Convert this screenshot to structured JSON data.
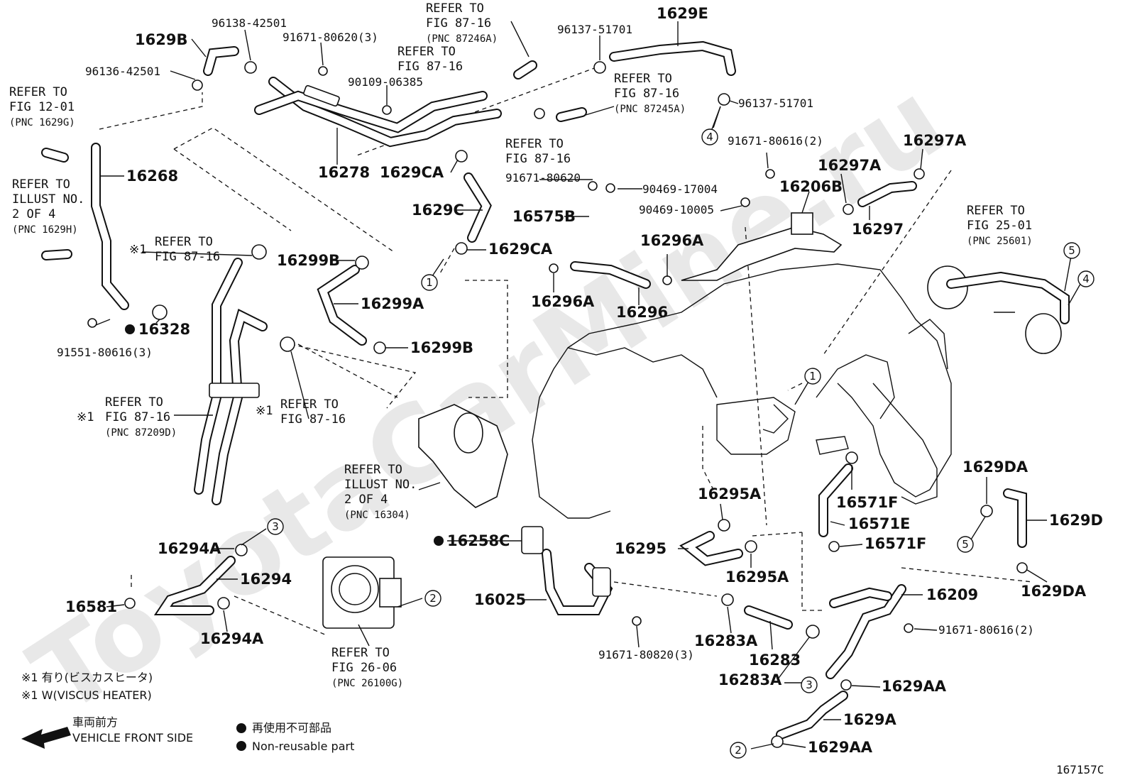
{
  "watermark": "ToyotaCarMine.ru",
  "part_numbers": {
    "p1629B": "1629B",
    "p96138": "96138-42501",
    "p91671_3": "91671-80620(3)",
    "p96136": "96136-42501",
    "p90109": "90109-06385",
    "p16278": "16278",
    "p16268": "16268",
    "p1629CA_top": "1629CA",
    "p1629C": "1629C",
    "p1629CA_bot": "1629CA",
    "p16299B_top": "16299B",
    "p16299A": "16299A",
    "p16299B_bot": "16299B",
    "p16328": "16328",
    "p91551": "91551-80616(3)",
    "p96137_top": "96137-51701",
    "p1629E": "1629E",
    "p96137_right": "96137-51701",
    "p91671_80620": "91671-80620",
    "p90469_17004": "90469-17004",
    "p90469_10005": "90469-10005",
    "p16575B": "16575B",
    "p91671_80616_2": "91671-80616(2)",
    "p16206B": "16206B",
    "p16297A_a": "16297A",
    "p16297A_b": "16297A",
    "p16297": "16297",
    "p16296A_a": "16296A",
    "p16296A_b": "16296A",
    "p16296": "16296",
    "p16295A_a": "16295A",
    "p16295": "16295",
    "p16295A_b": "16295A",
    "p16571F_a": "16571F",
    "p16571E": "16571E",
    "p16571F_b": "16571F",
    "p1629DA_a": "1629DA",
    "p1629D": "1629D",
    "p1629DA_b": "1629DA",
    "p16209": "16209",
    "p91671_80616_2b": "91671-80616(2)",
    "p16258C": "16258C",
    "p16025": "16025",
    "p91671_80820": "91671-80820(3)",
    "p16283A_a": "16283A",
    "p16283": "16283",
    "p16283A_b": "16283A",
    "p1629AA_a": "1629AA",
    "p1629A": "1629A",
    "p1629AA_b": "1629AA",
    "p16294A_a": "16294A",
    "p16294": "16294",
    "p16581": "16581",
    "p16294A_b": "16294A"
  },
  "refs": {
    "r_fig1201": [
      "REFER TO",
      "FIG 12-01",
      "(PNC 1629G)"
    ],
    "r_illust_top": [
      "REFER TO",
      "ILLUST NO.",
      "2 OF 4",
      "(PNC 1629H)"
    ],
    "r_fig8716_a": [
      "REFER TO",
      "FIG 87-16"
    ],
    "r_fig8716_pnc87246": [
      "REFER TO",
      "FIG 87-16",
      "(PNC 87246A)"
    ],
    "r_fig8716_b": [
      "REFER TO",
      "FIG 87-16"
    ],
    "r_fig8716_pnc87245": [
      "REFER TO",
      "FIG 87-16",
      "(PNC 87245A)"
    ],
    "r_fig8716_c": [
      "REFER TO",
      "FIG 87-16"
    ],
    "r_fig8716_pnc87209": [
      "REFER TO",
      "FIG 87-16",
      "(PNC 87209D)"
    ],
    "r_fig8716_d": [
      "REFER TO",
      "FIG 87-16"
    ],
    "r_fig2501": [
      "REFER TO",
      "FIG 25-01",
      "(PNC 25601)"
    ],
    "r_illust_mid": [
      "REFER TO",
      "ILLUST NO.",
      "2 OF 4",
      "(PNC 16304)"
    ],
    "r_fig2606": [
      "REFER TO",
      "FIG 26-06",
      "(PNC 26100G)"
    ]
  },
  "marks": {
    "asterisk": "※1"
  },
  "circles": [
    "1",
    "1",
    "2",
    "2",
    "3",
    "3",
    "4",
    "4",
    "5",
    "5"
  ],
  "legend": {
    "note1": "※1 有り(ビスカスヒータ)",
    "note2": "※1 W(VISCUS HEATER)",
    "front_jp": "車両前方",
    "front_en": "VEHICLE FRONT SIDE",
    "nonreuse_jp": "再使用不可部品",
    "nonreuse_en": "Non-reusable part"
  },
  "figure_id": "167157C"
}
